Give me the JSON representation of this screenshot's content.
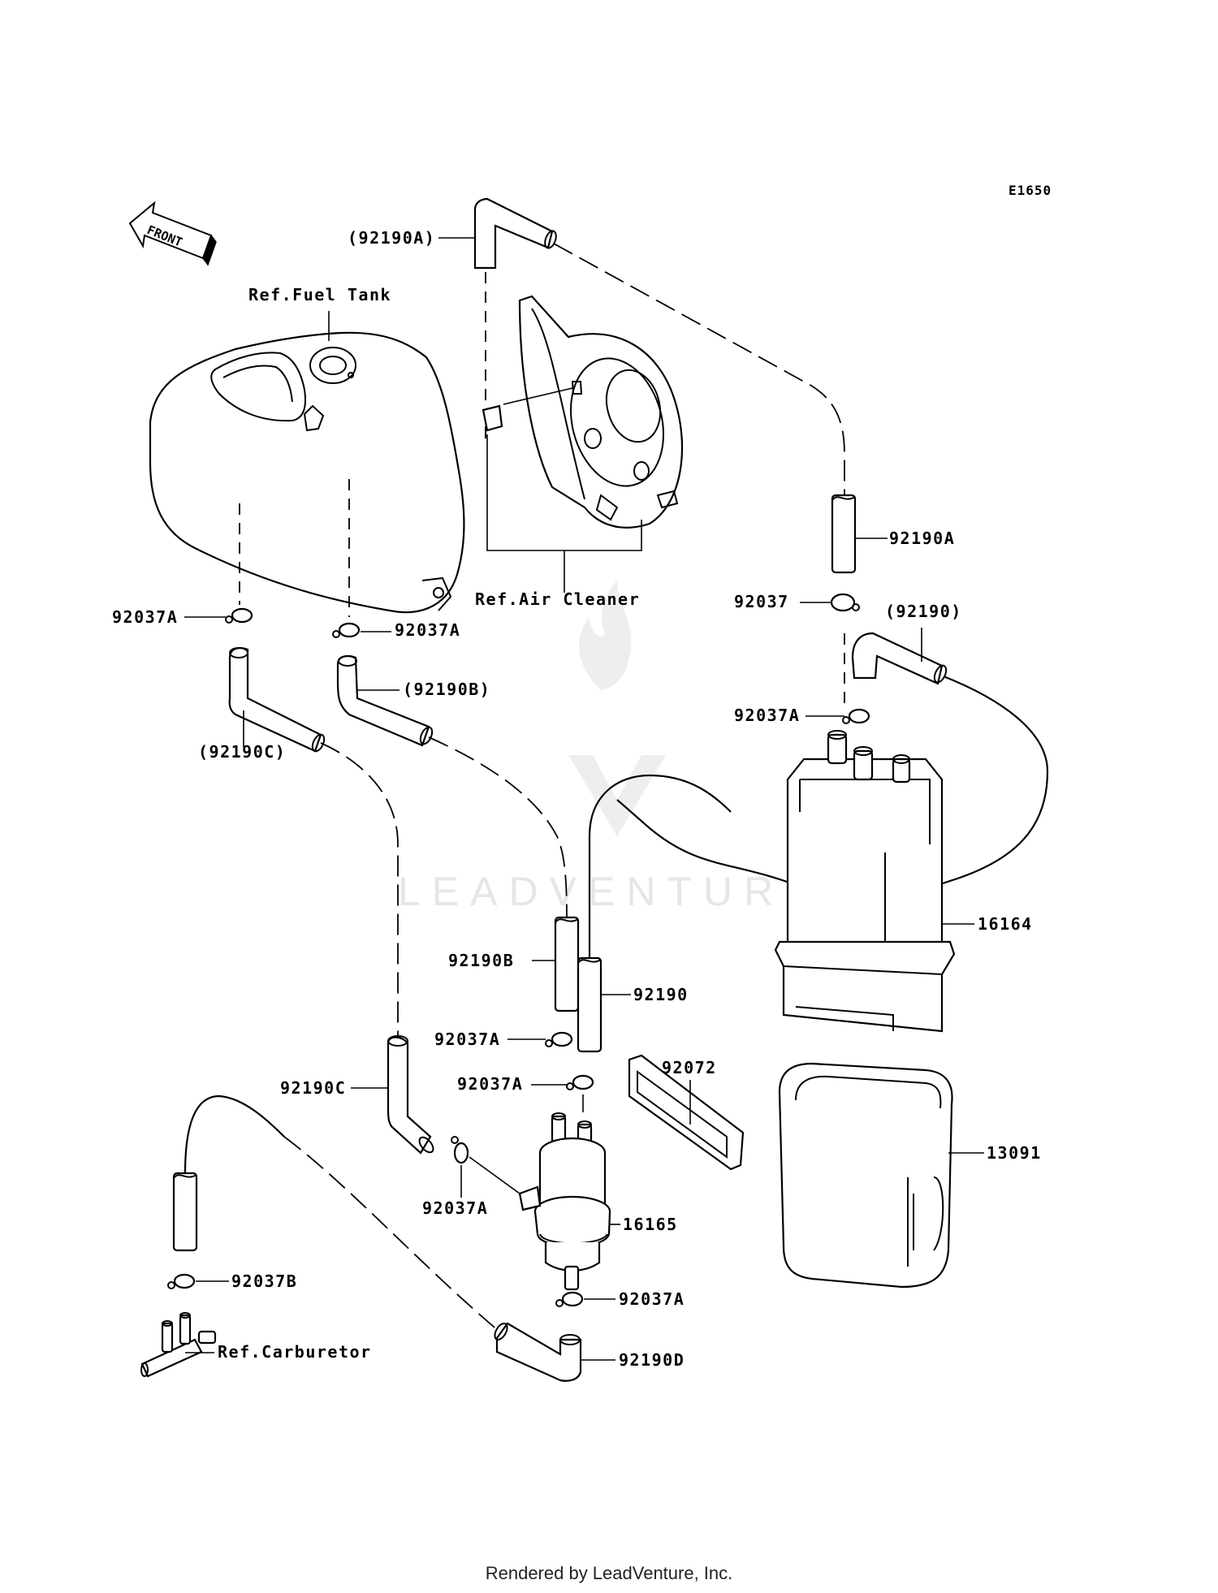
{
  "diagram_code": "E1650",
  "front_label": "FRONT",
  "watermark": "LEADVENTURE",
  "footer": "Rendered by LeadVenture, Inc.",
  "labels": {
    "ref_fuel_tank": "Ref.Fuel Tank",
    "ref_air_cleaner": "Ref.Air Cleaner",
    "ref_carburetor": "Ref.Carburetor",
    "p92190A_ref": "(92190A)",
    "p92190A": "92190A",
    "p92037": "92037",
    "p92190_ref": "(92190)",
    "p92037A_canister": "92037A",
    "p16164": "16164",
    "p92037A_tank_left": "92037A",
    "p92037A_tank_right": "92037A",
    "p92190B_ref": "(92190B)",
    "p92190C_ref": "(92190C)",
    "p92190B": "92190B",
    "p92190": "92190",
    "p92037A_mid": "92037A",
    "p92037A_filter_top": "92037A",
    "p92072": "92072",
    "p92190C": "92190C",
    "p13091": "13091",
    "p92037A_filter_side": "92037A",
    "p16165": "16165",
    "p92037B": "92037B",
    "p92037A_filter_bottom": "92037A",
    "p92190D": "92190D"
  }
}
